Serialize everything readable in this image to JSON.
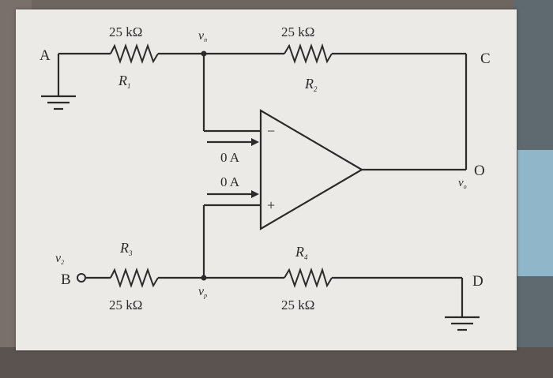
{
  "nodes": {
    "a": "A",
    "b": "B",
    "c": "C",
    "d": "D",
    "o": "O"
  },
  "voltages": {
    "v_top": "v",
    "v_top_sub": "n",
    "v_bottom": "v",
    "v_bottom_sub": "p",
    "v2": "v",
    "v2_sub": "2",
    "vo": "v",
    "vo_sub": "o"
  },
  "resistors": {
    "r1": {
      "value": "25 kΩ",
      "name": "R",
      "sub": "1"
    },
    "r2": {
      "value": "25 kΩ",
      "name": "R",
      "sub": "2"
    },
    "r3": {
      "value": "25 kΩ",
      "name": "R",
      "sub": "3"
    },
    "r4": {
      "value": "25 kΩ",
      "name": "R",
      "sub": "4"
    }
  },
  "currents": {
    "inverting": "0 A",
    "noninverting": "0 A"
  },
  "opamp": {
    "minus": "−",
    "plus": "+"
  }
}
